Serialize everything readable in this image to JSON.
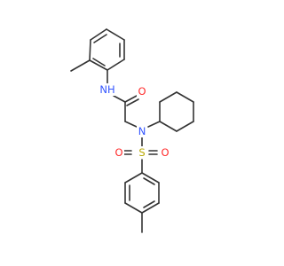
{
  "colors": {
    "bond": "#333333",
    "N": "#3355ff",
    "O": "#ff2a2a",
    "S": "#b8a800",
    "background": "#ffffff"
  },
  "atom_labels": {
    "nh": "NH",
    "o_carbonyl": "O",
    "n_sulfonamide": "N",
    "s": "S",
    "o_sulfonyl_left": "O",
    "o_sulfonyl_right": "O"
  }
}
